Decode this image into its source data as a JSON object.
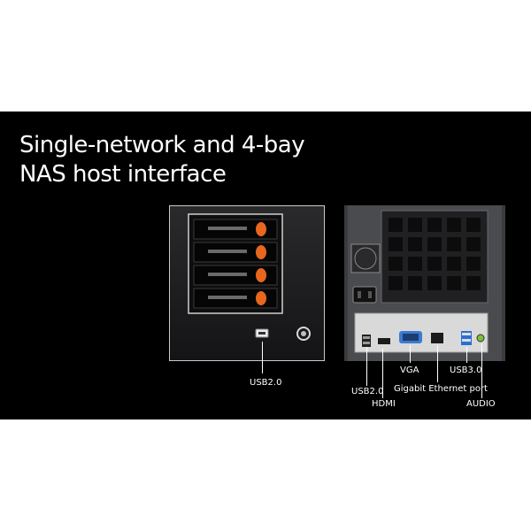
{
  "heading": {
    "line1": "Single-network and 4-bay",
    "line2": "NAS host interface"
  },
  "front_labels": {
    "usb": "USB2.0"
  },
  "rear_labels": {
    "usb": "USB2.0",
    "hdmi": "HDMI",
    "vga": "VGA",
    "ethernet": "Gigabit Ethernet port",
    "usb3": "USB3.0",
    "audio": "AUDIO"
  },
  "colors": {
    "background": "#000000",
    "text": "#ffffff",
    "bay_latch": "#e8661e",
    "usb3_port": "#2b6fd6",
    "vga_port": "#3a7ad1",
    "audio_jack": "#7bbf3a"
  }
}
